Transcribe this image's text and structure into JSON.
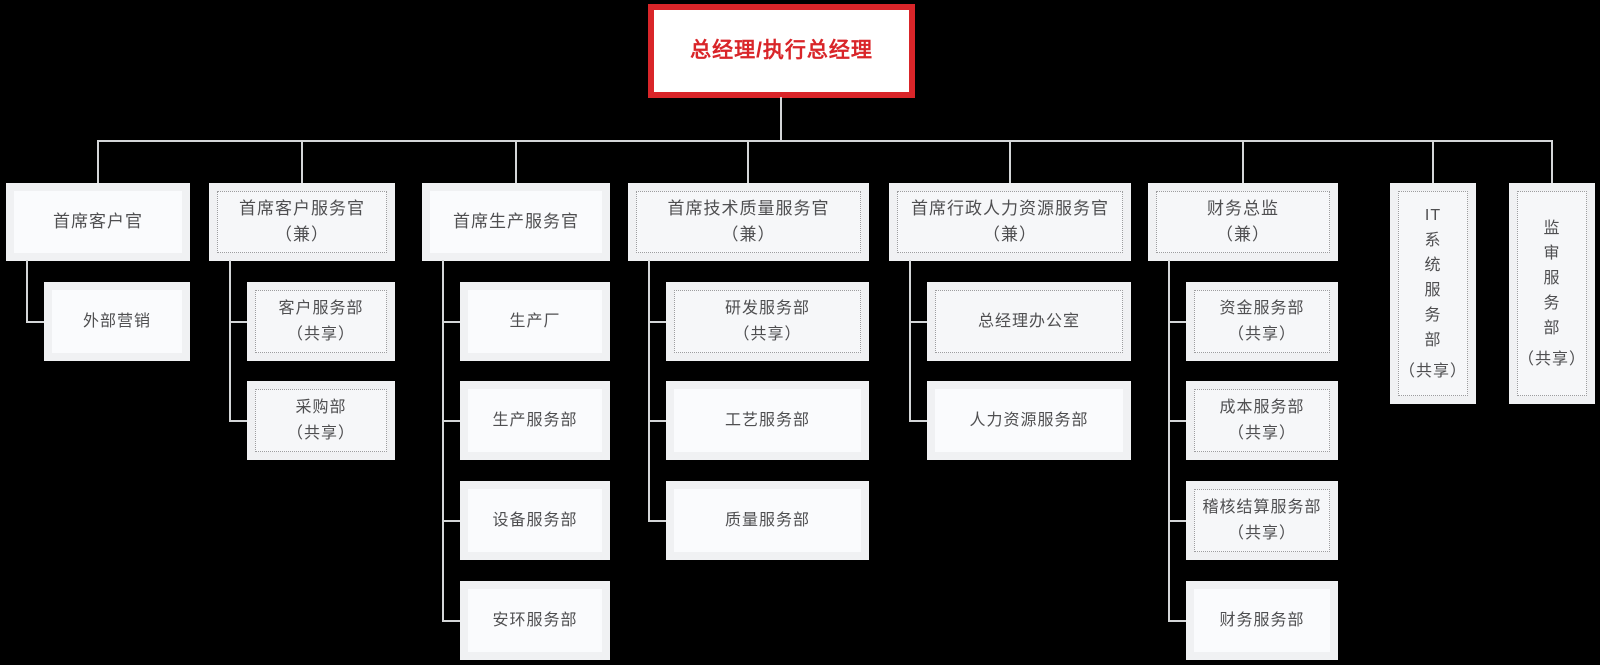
{
  "org_chart": {
    "root": {
      "title": "总经理/执行总经理"
    },
    "columns": [
      {
        "parent": {
          "title": "首席客户官"
        },
        "children": [
          {
            "title": "外部营销"
          }
        ]
      },
      {
        "parent": {
          "title": "首席客户服务官",
          "subtitle": "（兼）"
        },
        "children": [
          {
            "title": "客户服务部",
            "subtitle": "（共享）"
          },
          {
            "title": "采购部",
            "subtitle": "（共享）"
          }
        ]
      },
      {
        "parent": {
          "title": "首席生产服务官"
        },
        "children": [
          {
            "title": "生产厂"
          },
          {
            "title": "生产服务部"
          },
          {
            "title": "设备服务部"
          },
          {
            "title": "安环服务部"
          }
        ]
      },
      {
        "parent": {
          "title": "首席技术质量服务官",
          "subtitle": "（兼）"
        },
        "children": [
          {
            "title": "研发服务部",
            "subtitle": "（共享）"
          },
          {
            "title": "工艺服务部"
          },
          {
            "title": "质量服务部"
          }
        ]
      },
      {
        "parent": {
          "title": "首席行政人力资源服务官",
          "subtitle": "（兼）"
        },
        "children": [
          {
            "title": "总经理办公室"
          },
          {
            "title": "人力资源服务部"
          }
        ]
      },
      {
        "parent": {
          "title": "财务总监",
          "subtitle": "（兼）"
        },
        "children": [
          {
            "title": "资金服务部",
            "subtitle": "（共享）"
          },
          {
            "title": "成本服务部",
            "subtitle": "（共享）"
          },
          {
            "title": "稽核结算服务部",
            "subtitle": "（共享）"
          },
          {
            "title": "财务服务部"
          }
        ]
      }
    ],
    "side_boxes": [
      {
        "chars": [
          "IT",
          "系",
          "统",
          "服",
          "务",
          "部"
        ],
        "subtitle": "（共享）"
      },
      {
        "chars": [
          "监",
          "审",
          "服",
          "务",
          "部"
        ],
        "subtitle": "（共享）"
      }
    ],
    "colors": {
      "background": "#000000",
      "accent_red": "#d92529",
      "connector_line": "#d4d6d8",
      "box_background": "#f0f1f3",
      "text": "#4f4f51"
    }
  }
}
